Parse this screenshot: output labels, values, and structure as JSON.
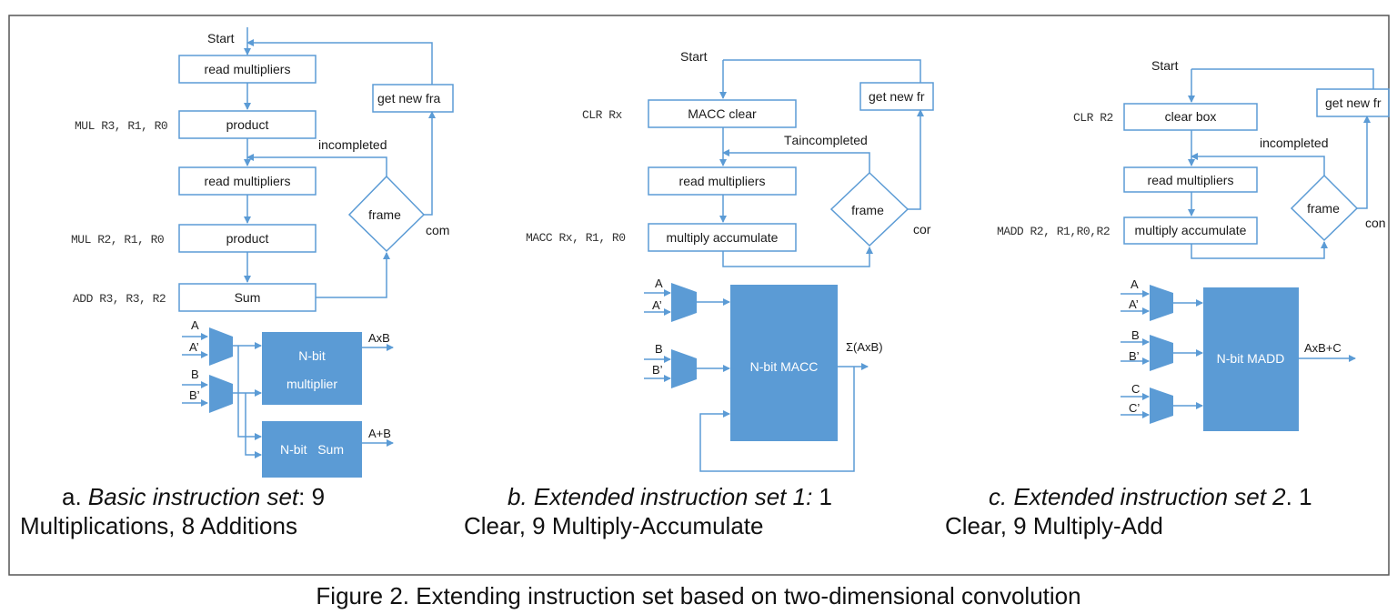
{
  "panel_a": {
    "start": "Start",
    "boxes": [
      "read multipliers",
      "product",
      "read multipliers",
      "product",
      "Sum"
    ],
    "instructions": [
      "MUL R3, R1, R0",
      "MUL R2, R1, R0",
      "ADD R3, R3, R2"
    ],
    "get_new": "get new fra",
    "incompleted": "incompleted",
    "decision": "frame",
    "completed": "com",
    "inputs": [
      "A",
      "A’",
      "B",
      "B’"
    ],
    "multiplier_label_1": "N-bit",
    "multiplier_label_2": "multiplier",
    "multiplier_out": "AxB",
    "sum_label": "N-bit   Sum",
    "sum_out": "A+B",
    "caption_prefix": "a. ",
    "caption_italic": "Basic instruction set",
    "caption_rest": ": 9",
    "caption_line2": "Multiplications, 8 Additions"
  },
  "panel_b": {
    "start": "Start",
    "boxes": [
      "MACC clear",
      "read multipliers",
      "multiply accumulate"
    ],
    "instructions": [
      "CLR Rx",
      "MACC Rx, R1, R0"
    ],
    "get_new": "get new fr",
    "incompleted": "Tаincompleted",
    "decision": "frame",
    "completed": "cor",
    "inputs": [
      "A",
      "A’",
      "B",
      "B’"
    ],
    "macc_label": "N-bit MACC",
    "macc_out": "Σ(AxB)",
    "caption_italic": "b. Extended instruction set 1:",
    "caption_rest": " 1",
    "caption_line2": "Clear, 9 Multiply-Accumulate"
  },
  "panel_c": {
    "start": "Start",
    "boxes": [
      "clear box",
      "read multipliers",
      "multiply accumulate"
    ],
    "instructions": [
      "CLR R2",
      "MADD R2, R1,R0,R2"
    ],
    "get_new": "get new fr",
    "incompleted": "incompleted",
    "decision": "frame",
    "completed": "con",
    "inputs": [
      "A",
      "A’",
      "B",
      "B’",
      "C",
      "C’"
    ],
    "madd_label": "N-bit MADD",
    "madd_out": "AxB+C",
    "caption_italic": "c. Extended instruction set 2",
    "caption_rest": ". 1",
    "caption_line2": "Clear, 9 Multiply-Add"
  },
  "figure_title": "Figure 2. Extending instruction set based on two-dimensional convolution",
  "colors": {
    "line": "#5b9bd5",
    "fill": "#5b9bd5",
    "border": "#555555"
  }
}
